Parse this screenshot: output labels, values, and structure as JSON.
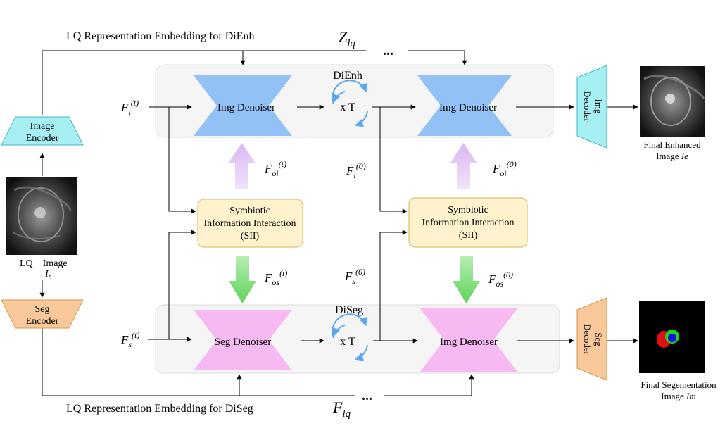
{
  "top_embedding_label": "LQ Representation Embedding for DiEnh",
  "bottom_embedding_label": "LQ Representation Embedding for DiSeg",
  "z_lq": {
    "base": "Z",
    "sub": "lq"
  },
  "f_lq": {
    "base": "F",
    "sub": "lq"
  },
  "ellipsis": "...",
  "dienh_label": "DiEnh",
  "diseg_label": "DiSeg",
  "loop_label": "x T",
  "img_denoiser": "Img Denoiser",
  "seg_denoiser": "Seg Denoiser",
  "image_encoder": [
    "Image",
    "Encoder"
  ],
  "seg_encoder": [
    "Seg",
    "Encoder"
  ],
  "img_decoder": [
    "Img",
    "Decoder"
  ],
  "seg_decoder": [
    "Seg",
    "Decoder"
  ],
  "sii": [
    "Symbiotic",
    "Information Interaction",
    "(SII)"
  ],
  "lq_image_label": "LQ    Image",
  "lq_image_symbol": {
    "base": "I",
    "sub": "n"
  },
  "final_enhanced": [
    "Final Enhanced",
    "Image"
  ],
  "final_enhanced_symbol": "Ie",
  "final_seg": [
    "Final Segementation",
    "Image"
  ],
  "final_seg_symbol": "Im",
  "features": {
    "fi_t": {
      "base": "F",
      "sub": "i",
      "sup": "(t)"
    },
    "fs_t": {
      "base": "F",
      "sub": "s",
      "sup": "(t)"
    },
    "fi_0": {
      "base": "F",
      "sub": "i",
      "sup": "(0)"
    },
    "fs_0": {
      "base": "F",
      "sub": "s",
      "sup": "(0)"
    },
    "foi_t": {
      "base": "F",
      "sub": "oi",
      "sup": "(t)"
    },
    "fos_t": {
      "base": "F",
      "sub": "os",
      "sup": "(t)"
    },
    "foi_0": {
      "base": "F",
      "sub": "oi",
      "sup": "(0)"
    },
    "fos_0": {
      "base": "F",
      "sub": "os",
      "sup": "(0)"
    }
  },
  "colors": {
    "img_denoiser": "#92c1f6",
    "seg_denoiser": "#f6b9f2",
    "image_encoder": "#a6f0f3",
    "seg_encoder": "#f9c99b",
    "sii_fill": "#fff2cc",
    "sii_stroke": "#d6b656",
    "panel_fill": "#f5f5f5",
    "panel_stroke": "#dddddd",
    "loop": "#5aa7f0",
    "purple_arrow": "#e3c6f5",
    "green_arrow": "#82e07e"
  }
}
